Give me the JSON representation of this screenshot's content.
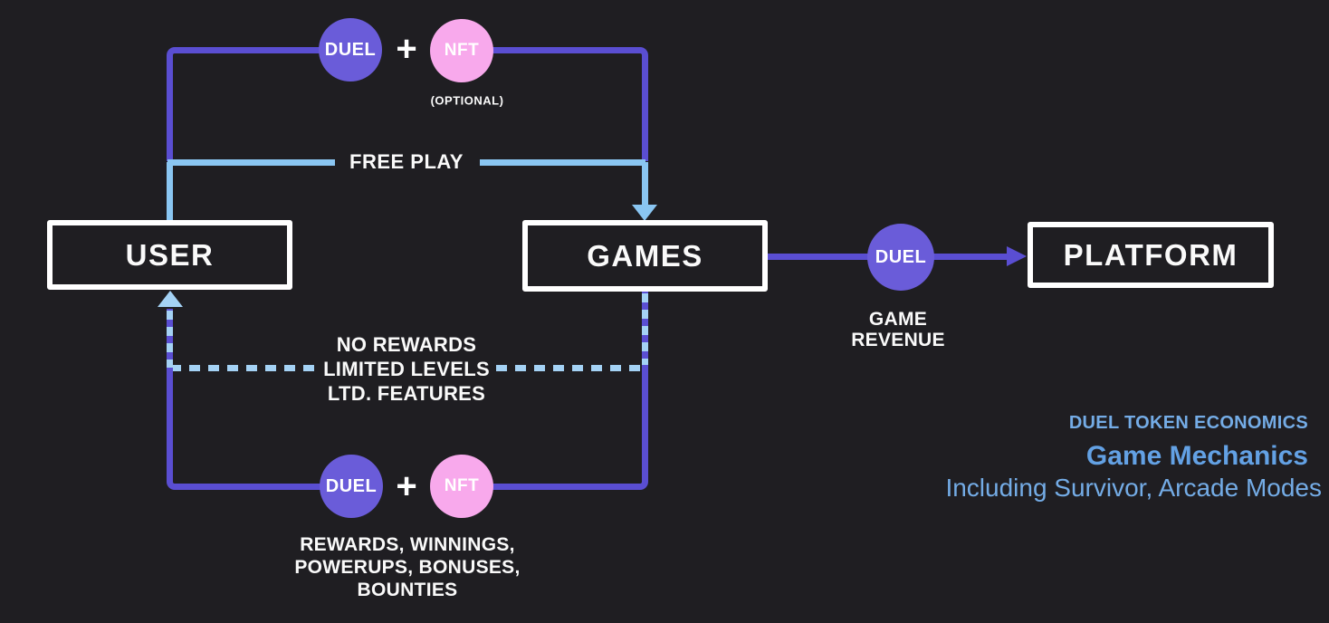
{
  "colors": {
    "background": "#1F1E22",
    "line_purple": "#5A4ED2",
    "token_purple": "#6A5CD9",
    "token_pink": "#F8A9EC",
    "line_blue": "#8AC6F2",
    "dash_blue": "#A4D2F5",
    "box_border": "#FFFFFF",
    "text_white": "#FAFAFA",
    "caption_blue": "#74ACE6",
    "caption_title_blue": "#63A1E4"
  },
  "boxes": {
    "user": "USER",
    "games": "GAMES",
    "platform": "PLATFORM"
  },
  "tokens": {
    "duel": "DUEL",
    "nft": "NFT",
    "plus": "+",
    "optional": "(OPTIONAL)"
  },
  "labels": {
    "free_play": "FREE PLAY",
    "limitations": [
      "NO REWARDS",
      "LIMITED LEVELS",
      "LTD. FEATURES"
    ],
    "game_revenue": [
      "GAME",
      "REVENUE"
    ],
    "rewards": [
      "REWARDS, WINNINGS,",
      "POWERUPS, BONUSES,",
      "BOUNTIES"
    ]
  },
  "caption": {
    "kicker": "DUEL TOKEN ECONOMICS",
    "title": "Game Mechanics",
    "subtitle": "Including Survivor, Arcade Modes"
  }
}
